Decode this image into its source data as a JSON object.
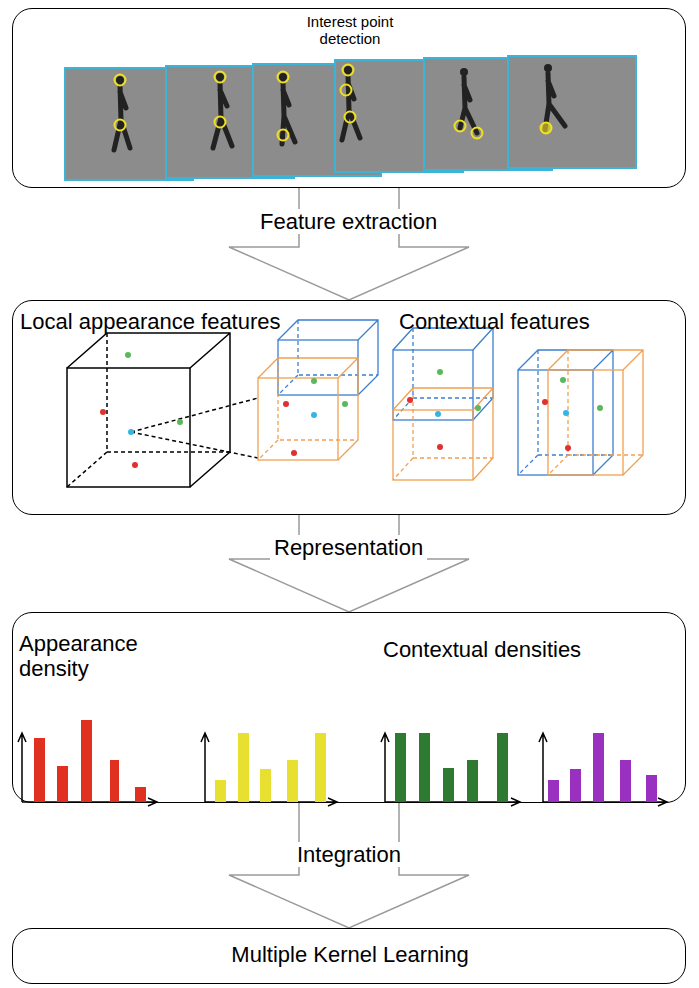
{
  "diagram": {
    "nodes": [
      {
        "text": [
          "Interest point detection"
        ]
      },
      {
        "text": [
          "Local appearance features",
          "Contextual features"
        ]
      },
      {
        "text": [
          "Appearance density",
          "Contextual densities"
        ]
      },
      {
        "text": [
          "Multiple Kernel Learning"
        ]
      }
    ],
    "edges": [
      {
        "from": 0,
        "to": 1,
        "arrow": "to",
        "label": "Feature extraction"
      },
      {
        "from": 1,
        "to": 2,
        "arrow": "to",
        "label": "Representation"
      },
      {
        "from": 2,
        "to": 3,
        "arrow": "to",
        "label": "Integration"
      }
    ]
  }
}
